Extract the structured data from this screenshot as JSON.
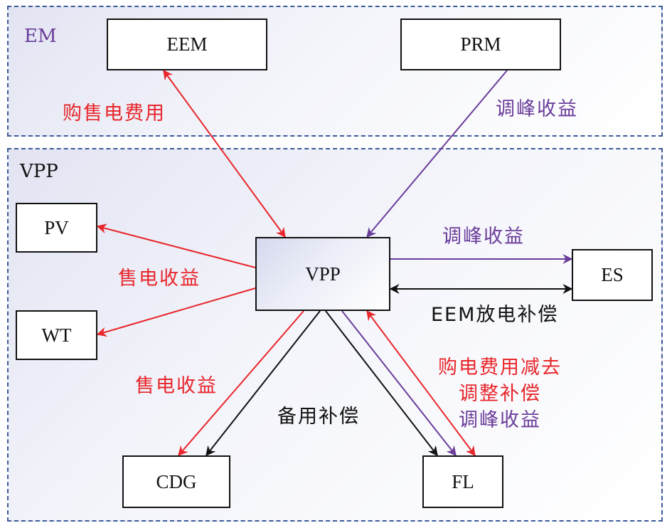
{
  "colors": {
    "red": "#e8262b",
    "purple": "#6a3d9a",
    "black": "#111111",
    "region_border": "#3c5a98"
  },
  "regions": {
    "em": "EM",
    "vpp": "VPP"
  },
  "nodes": {
    "eem": "EEM",
    "prm": "PRM",
    "pv": "PV",
    "wt": "WT",
    "vpp": "VPP",
    "es": "ES",
    "cdg": "CDG",
    "fl": "FL"
  },
  "labels": {
    "eem_vpp": "购售电费用",
    "prm_vpp": "调峰收益",
    "vpp_pv_wt": "售电收益",
    "vpp_es_peak": "调峰收益",
    "vpp_es_eem": "EEM放电补偿",
    "vpp_cdg_sale": "售电收益",
    "vpp_cdg_reserve": "备用补偿",
    "vpp_fl_line1": "购电费用减去",
    "vpp_fl_line2": "调整补偿",
    "vpp_fl_line3": "调峰收益"
  }
}
